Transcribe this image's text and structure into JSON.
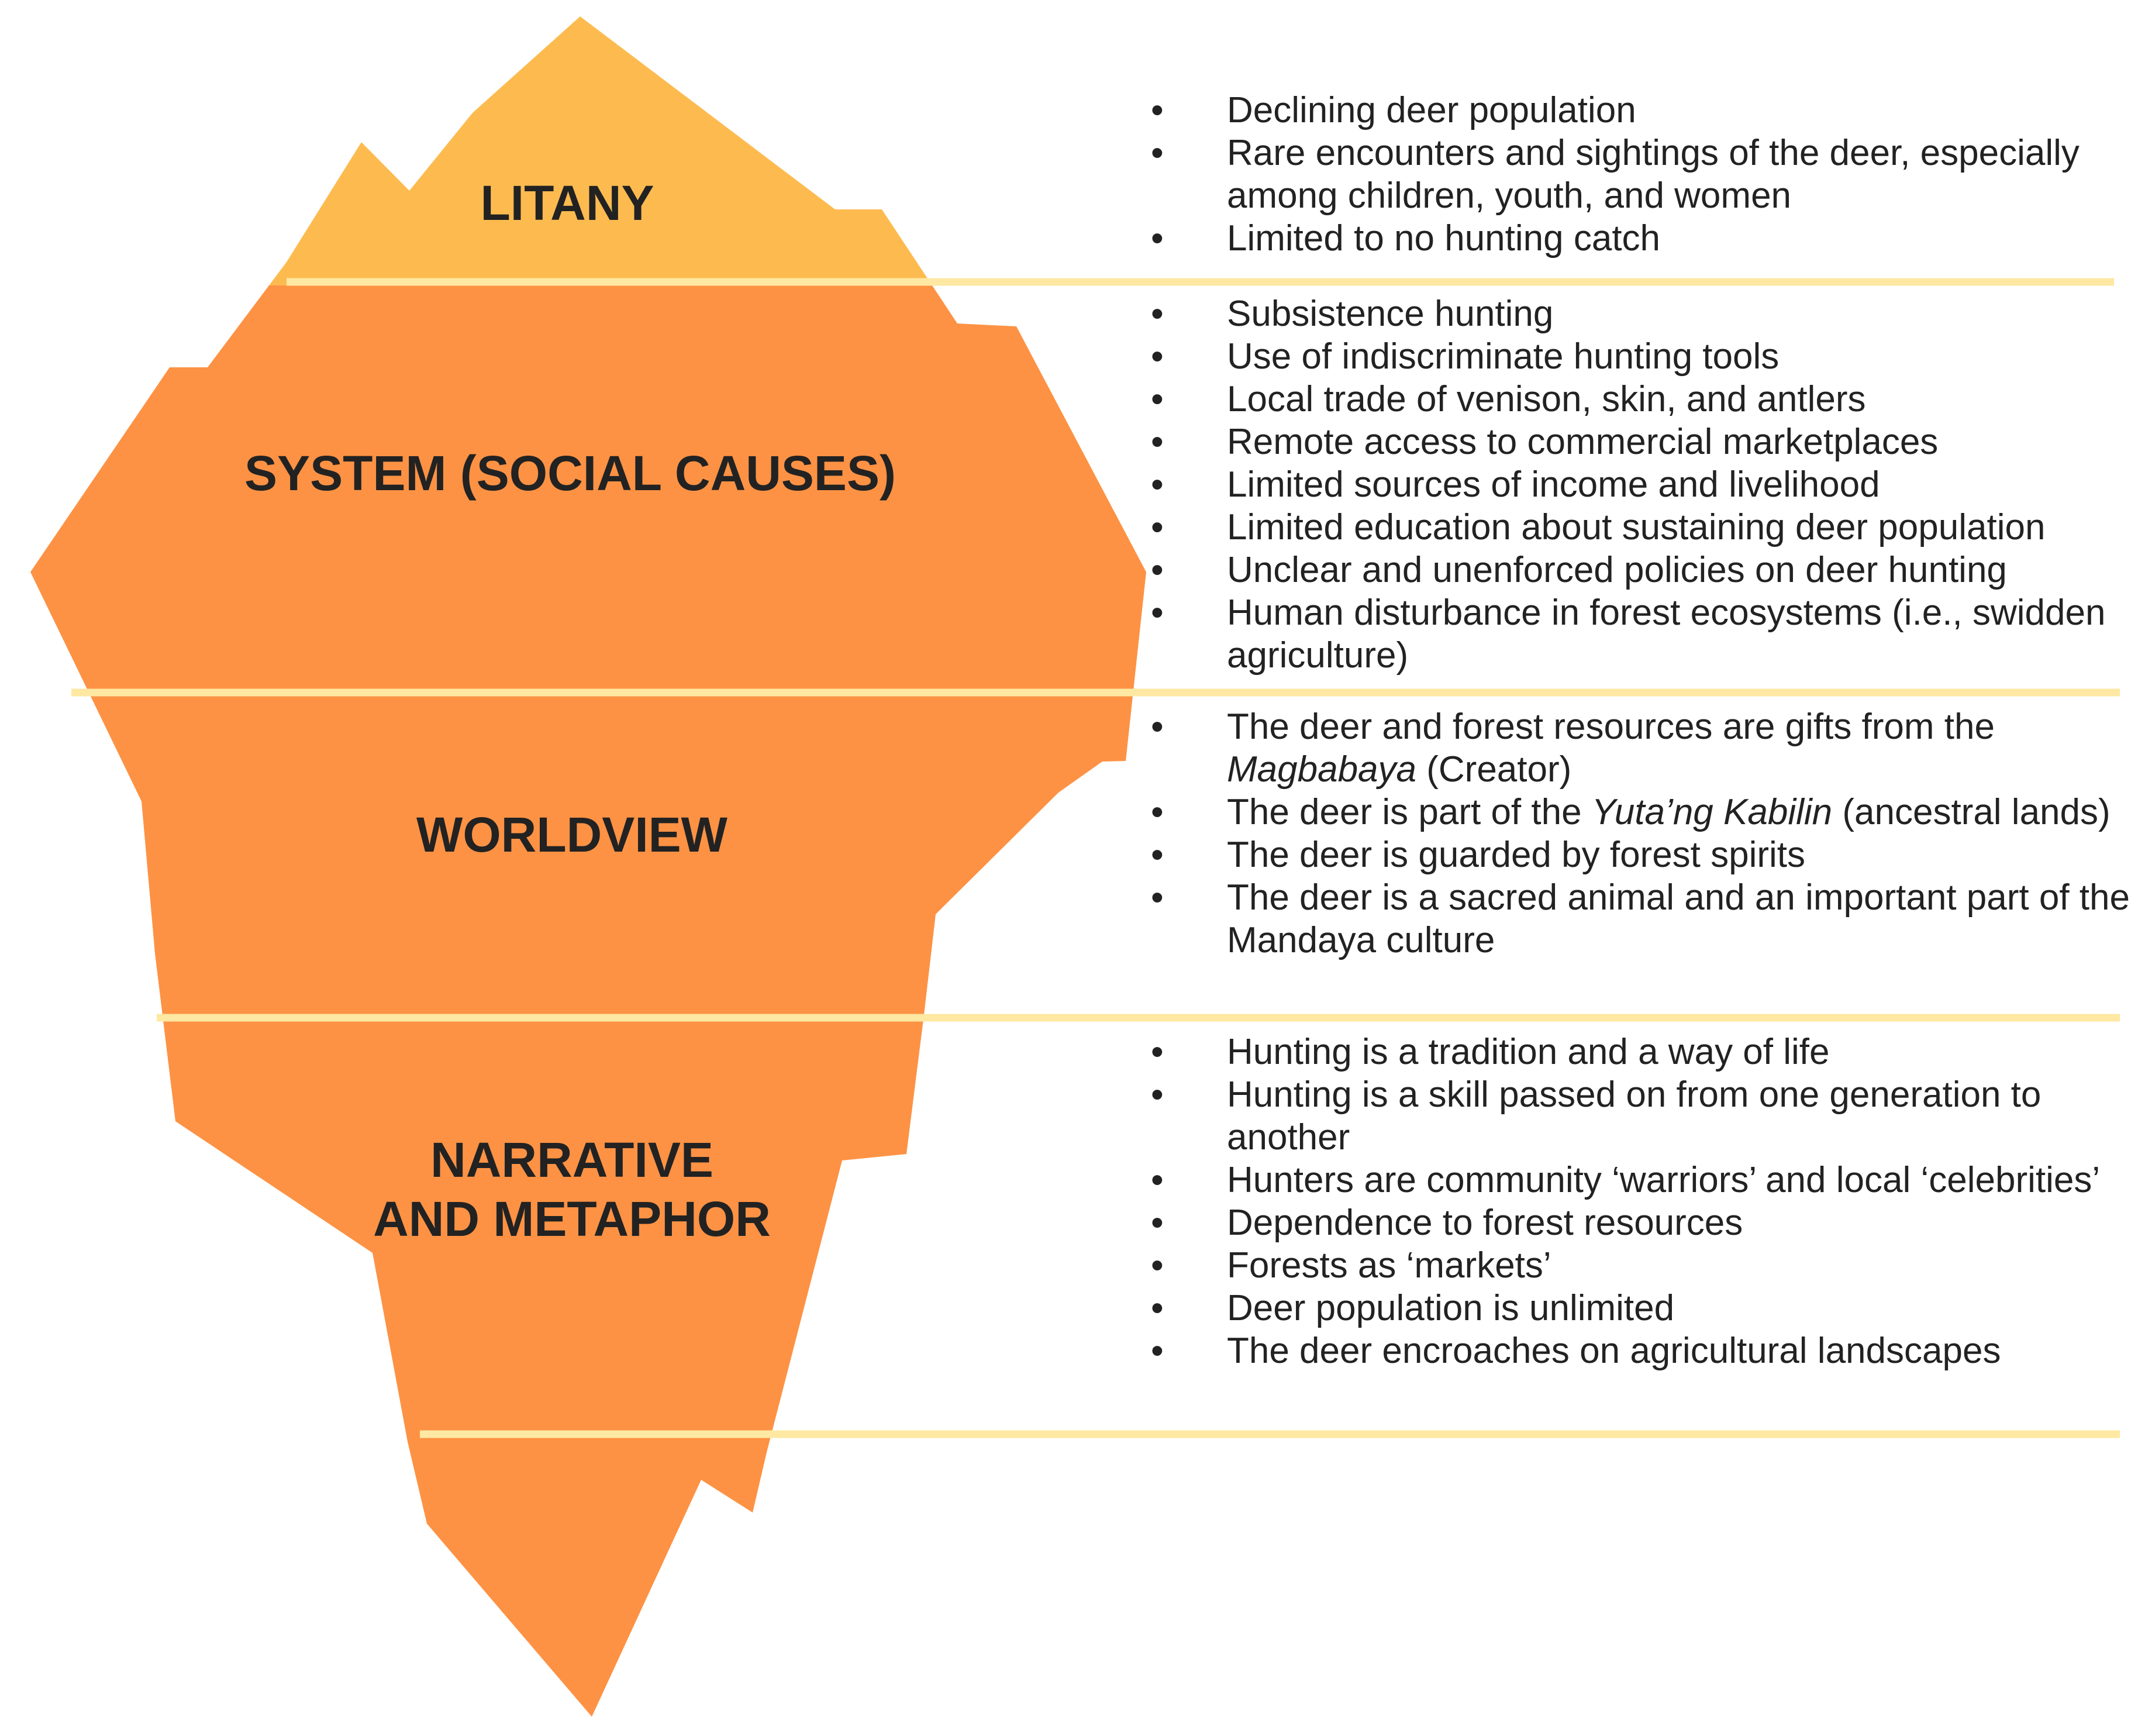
{
  "colors": {
    "tip": "#FDBB4F",
    "body": "#FD9244",
    "divider": "#FEE8A2",
    "text": "#222222"
  },
  "layers": [
    {
      "id": "litany",
      "title": "LITANY",
      "items": [
        "Declining deer population",
        "Rare encounters and sightings of the deer, especially among children, youth, and women",
        "Limited to no hunting catch"
      ]
    },
    {
      "id": "system",
      "title": "SYSTEM (SOCIAL CAUSES)",
      "items": [
        "Subsistence hunting",
        "Use of indiscriminate hunting tools",
        "Local trade of venison, skin, and antlers",
        "Remote access to commercial marketplaces",
        "Limited sources of income and livelihood",
        "Limited education about sustaining deer population",
        "Unclear and unenforced policies on deer hunting",
        "Human disturbance in forest ecosystems (i.e., swidden agriculture)"
      ]
    },
    {
      "id": "worldview",
      "title": "WORLDVIEW",
      "items": [
        {
          "pre": "The deer and forest resources are gifts from the ",
          "em": "Magbabaya",
          "post": " (Creator)"
        },
        {
          "pre": "The deer is part of the ",
          "em": "Yuta’ng Kabilin",
          "post": " (ancestral lands)"
        },
        "The deer is guarded by forest spirits",
        "The deer is a sacred animal and an important part of the Mandaya culture"
      ]
    },
    {
      "id": "narrative",
      "title_lines": [
        "NARRATIVE",
        "AND METAPHOR"
      ],
      "items": [
        "Hunting is a tradition and a way of life",
        "Hunting is a skill passed on from one generation to another",
        "Hunters are community ‘warriors’ and local ‘celebrities’",
        "Dependence to forest resources",
        "Forests as ‘markets’",
        "Deer population is unlimited",
        "The deer encroaches on agricultural landscapes"
      ]
    }
  ]
}
